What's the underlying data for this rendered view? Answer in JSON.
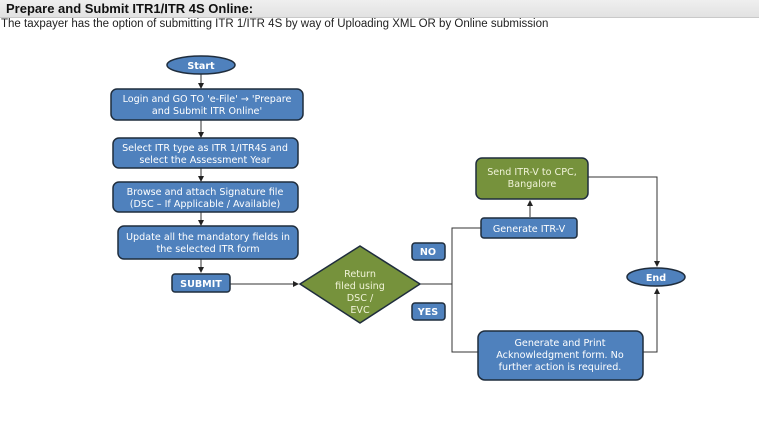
{
  "header": {
    "title": "Prepare and Submit ITR1/ITR 4S Online:",
    "subtitle": "The taxpayer has the option of submitting ITR 1/ITR 4S by way of Uploading XML OR by Online submission"
  },
  "colors": {
    "blue_fill": "#4f81bd",
    "green_fill": "#76923c",
    "border": "#1f2d3d",
    "connector": "#333333"
  },
  "flowchart": {
    "start": "Start",
    "steps": [
      {
        "lines": [
          "Login and GO TO 'e-File' → 'Prepare",
          "and Submit ITR Online'"
        ]
      },
      {
        "lines": [
          "Select ITR type as ITR 1/ITR4S and",
          "select the Assessment Year"
        ]
      },
      {
        "lines": [
          "Browse and attach Signature file",
          "(DSC – If Applicable / Available)"
        ]
      },
      {
        "lines": [
          "Update all the mandatory fields in",
          "the selected ITR form"
        ]
      }
    ],
    "submit": "SUBMIT",
    "decision": {
      "lines": [
        "Return",
        "filed using",
        "DSC /",
        "EVC"
      ]
    },
    "no_label": "NO",
    "yes_label": "YES",
    "generate_itrv": "Generate ITR-V",
    "send_itrv": {
      "lines": [
        "Send ITR-V to CPC,",
        "Bangalore"
      ]
    },
    "acknowledgment": {
      "lines": [
        "Generate and Print",
        "Acknowledgment form. No",
        "further action is required."
      ]
    },
    "end": "End"
  }
}
